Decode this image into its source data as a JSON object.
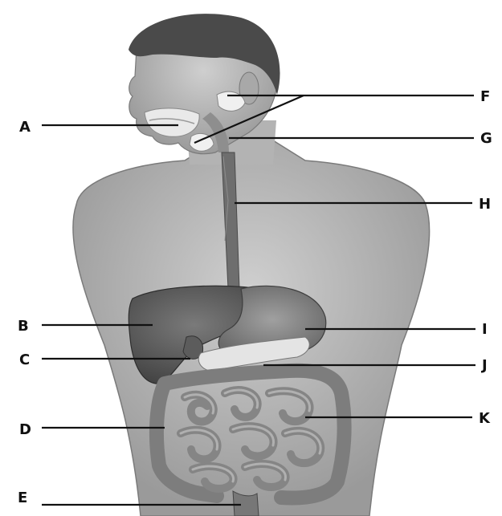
{
  "diagram": {
    "labels": {
      "a": "A",
      "b": "B",
      "c": "C",
      "d": "D",
      "e": "E",
      "f": "F",
      "g": "G",
      "h": "H",
      "i": "I",
      "j": "J",
      "k": "K"
    }
  },
  "colors": {
    "ink": "#111111",
    "skin": "#b9b9b9",
    "hair": "#4a4a4a",
    "organ": "#6e6e6e",
    "light_organ": "#e6e6e6"
  }
}
